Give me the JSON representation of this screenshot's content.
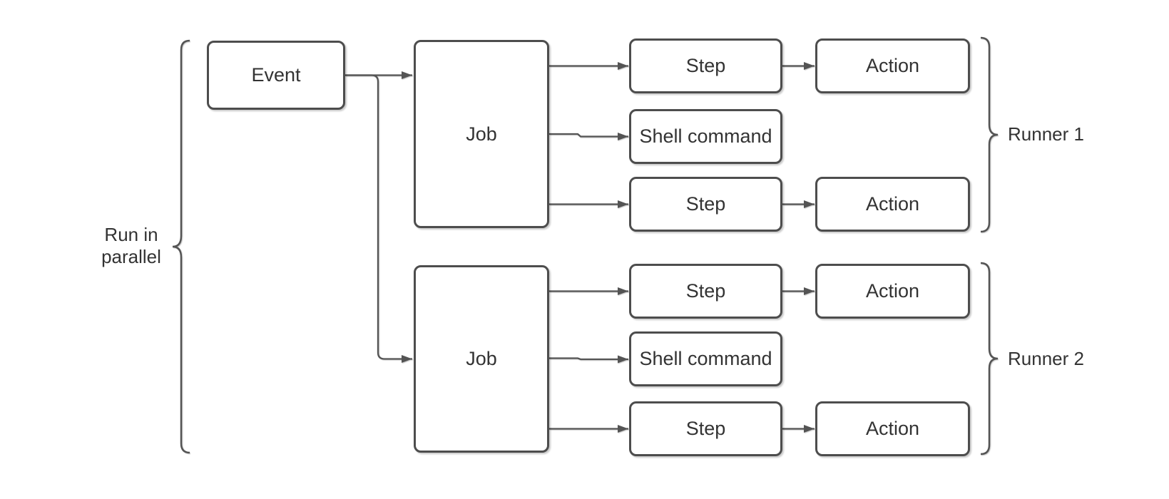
{
  "diagram": {
    "parallel_label": "Run in parallel",
    "event": {
      "label": "Event"
    },
    "jobs": [
      {
        "label": "Job",
        "runner": "Runner 1",
        "steps": [
          {
            "label": "Step",
            "action": "Action"
          },
          {
            "label": "Shell command"
          },
          {
            "label": "Step",
            "action": "Action"
          }
        ]
      },
      {
        "label": "Job",
        "runner": "Runner 2",
        "steps": [
          {
            "label": "Step",
            "action": "Action"
          },
          {
            "label": "Shell command"
          },
          {
            "label": "Step",
            "action": "Action"
          }
        ]
      }
    ],
    "colors": {
      "stroke": "#545454",
      "border": "#4d4d4d",
      "text": "#333333",
      "background": "#ffffff"
    }
  }
}
